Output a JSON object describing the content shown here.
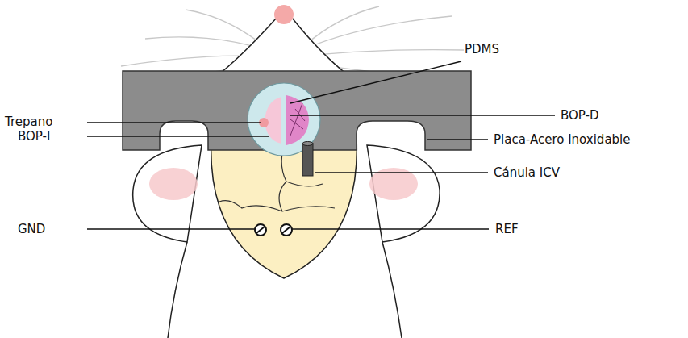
{
  "diagram": {
    "labels": [
      "PDMS",
      "Trepano",
      "BOP-I",
      "BOP-D",
      "Placa-Acero Inoxidable",
      "Cánula ICV",
      "GND",
      "REF"
    ]
  }
}
